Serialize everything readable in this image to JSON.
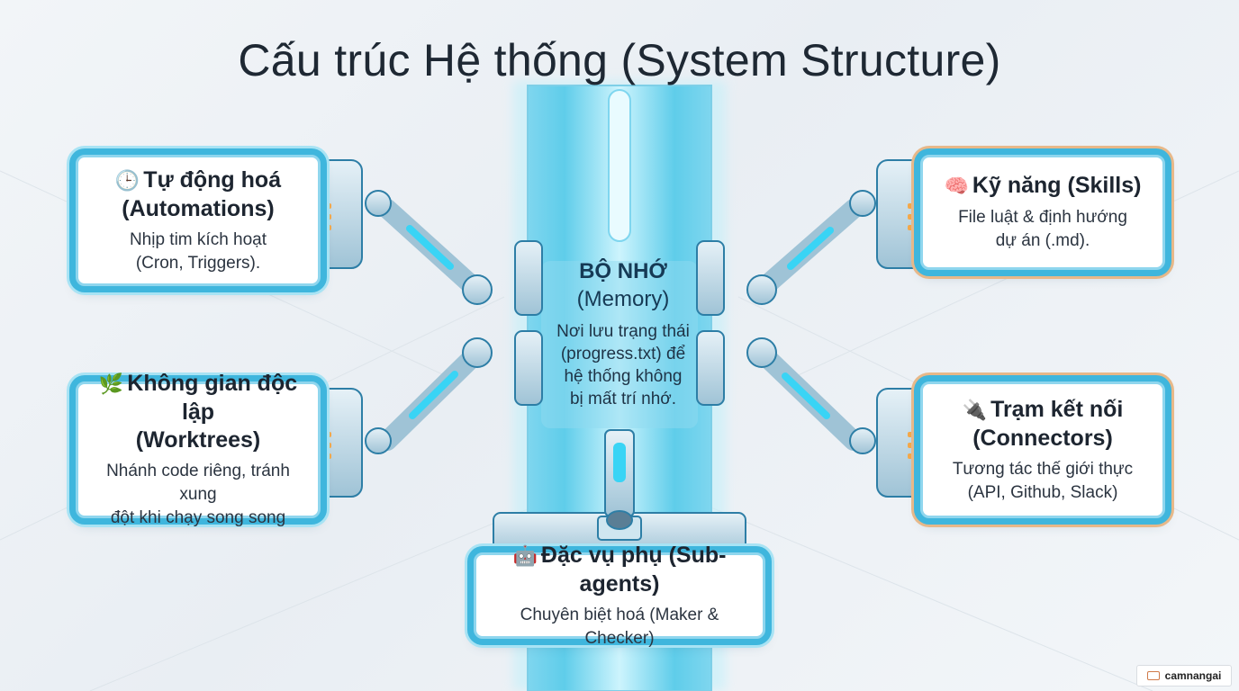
{
  "title": "Cấu trúc Hệ thống (System Structure)",
  "center": {
    "title": "BỘ NHỚ",
    "subtitle": "(Memory)",
    "description": [
      "Nơi lưu trạng thái",
      "(progress.txt) để",
      "hệ thống không",
      "bị mất trí nhớ."
    ]
  },
  "cards": {
    "automations": {
      "icon": "clock-icon",
      "glyph": "🕒",
      "title_line1": "Tự động hoá",
      "title_line2": "(Automations)",
      "desc_line1": "Nhịp tim kích hoạt",
      "desc_line2": "(Cron, Triggers)."
    },
    "skills": {
      "icon": "brain-icon",
      "glyph": "🧠",
      "title_line1": "Kỹ năng (Skills)",
      "desc_line1": "File luật & định hướng",
      "desc_line2": "dự án (.md)."
    },
    "worktrees": {
      "icon": "leaf-icon",
      "glyph": "🌿",
      "title_line1": "Không gian độc lập",
      "title_line2": "(Worktrees)",
      "desc_line1": "Nhánh code riêng, tránh xung",
      "desc_line2": "đột khi chạy song song"
    },
    "connectors": {
      "icon": "plug-icon",
      "glyph": "🔌",
      "title_line1": "Trạm kết nối",
      "title_line2": "(Connectors)",
      "desc_line1": "Tương tác thế giới thực",
      "desc_line2": "(API, Github, Slack)"
    },
    "subagents": {
      "icon": "robot-icon",
      "glyph": "🤖",
      "title_line1": "Đặc vụ phụ (Sub-agents)",
      "desc_line1": "Chuyên biệt hoá (Maker & Checker)"
    }
  },
  "watermark": "camnangai",
  "colors": {
    "pillar": "#3fc3e6",
    "pillar_glow": "#bdf0fb",
    "card_border": "#3fb6dd",
    "warm_accent": "#e7b889",
    "amber_light": "#f5a94a"
  }
}
